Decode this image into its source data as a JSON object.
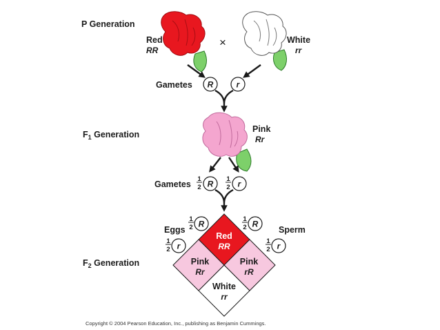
{
  "colors": {
    "red": "#e8171f",
    "pink": "#f7c8df",
    "pink_flower": "#f4a6cf",
    "white": "#ffffff",
    "leaf": "#7dd06a"
  },
  "p_generation": {
    "label": "P Generation",
    "cross_symbol": "×",
    "left_parent": {
      "phenotype": "Red",
      "genotype": "RR"
    },
    "right_parent": {
      "phenotype": "White",
      "genotype": "rr"
    },
    "gametes_label": "Gametes",
    "gametes": [
      "R",
      "r"
    ]
  },
  "f1_generation": {
    "label_main": "F",
    "label_sub": "1",
    "label_rest": " Generation",
    "phenotype": "Pink",
    "genotype": "Rr",
    "gametes_label": "Gametes",
    "gametes": [
      {
        "fraction_num": "1",
        "fraction_den": "2",
        "allele": "R"
      },
      {
        "fraction_num": "1",
        "fraction_den": "2",
        "allele": "r"
      }
    ]
  },
  "f2_generation": {
    "label_main": "F",
    "label_sub": "2",
    "label_rest": " Generation",
    "eggs_label": "Eggs",
    "sperm_label": "Sperm",
    "eggs": [
      {
        "fraction_num": "1",
        "fraction_den": "2",
        "allele": "R"
      },
      {
        "fraction_num": "1",
        "fraction_den": "2",
        "allele": "r"
      }
    ],
    "sperm": [
      {
        "fraction_num": "1",
        "fraction_den": "2",
        "allele": "R"
      },
      {
        "fraction_num": "1",
        "fraction_den": "2",
        "allele": "r"
      }
    ],
    "cells": {
      "top": {
        "phenotype": "Red",
        "genotype": "RR"
      },
      "left": {
        "phenotype": "Pink",
        "genotype": "Rr"
      },
      "right": {
        "phenotype": "Pink",
        "genotype": "rR"
      },
      "bottom": {
        "phenotype": "White",
        "genotype": "rr"
      }
    }
  },
  "copyright": "Copyright © 2004 Pearson Education, Inc., publishing as Benjamin Cummings."
}
